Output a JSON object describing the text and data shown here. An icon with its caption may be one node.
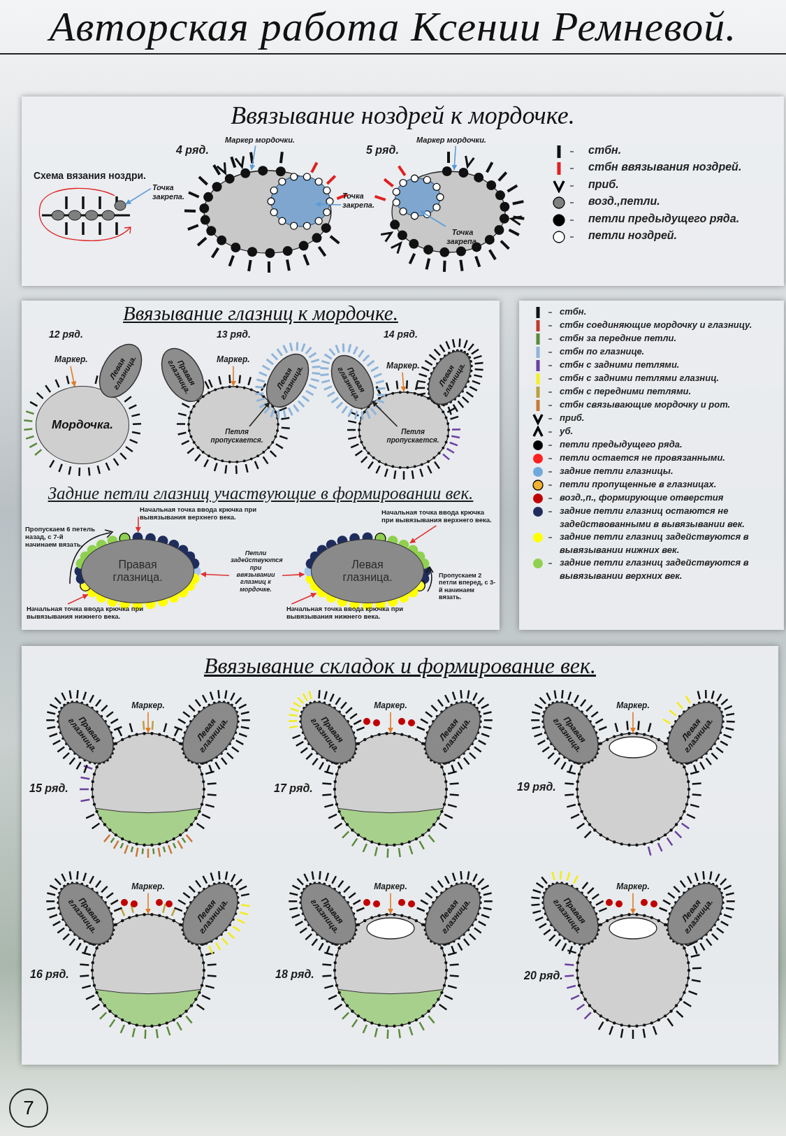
{
  "diagram": {
    "title": "Авторская работа Ксении Ремневой.",
    "nodes": [
      {
        "text": [
          "Ввязывание ноздрей к мордочке."
        ]
      },
      {
        "text": [
          "Маркер мордочки."
        ],
        "in": 0
      },
      {
        "text": [
          "Точка закрепа."
        ],
        "in": 0
      },
      {
        "text": [
          "Точка закрепа."
        ],
        "in": 0
      },
      {
        "text": [
          "Маркер мордочки."
        ],
        "in": 0
      },
      {
        "text": [
          "Точка закрепа."
        ],
        "in": 0
      },
      {
        "text": [
          "Ввязывание глазниц к мордочке."
        ]
      },
      {
        "text": [
          "Маркер."
        ],
        "in": 6
      },
      {
        "text": [
          "Мордочка."
        ],
        "in": 6
      },
      {
        "text": [
          "Левая глазница."
        ],
        "in": 6
      },
      {
        "text": [
          "Правая глазница."
        ],
        "in": 6
      },
      {
        "text": [
          "Маркер."
        ],
        "in": 6
      },
      {
        "text": [
          "Левая глазница."
        ],
        "in": 6
      },
      {
        "text": [
          "Петля пропускается."
        ],
        "in": 6
      },
      {
        "text": [
          "Правая глазница."
        ],
        "in": 6
      },
      {
        "text": [
          "Маркер."
        ],
        "in": 6
      },
      {
        "text": [
          "Левая глазница."
        ],
        "in": 6
      },
      {
        "text": [
          "Петля пропускается."
        ],
        "in": 6
      },
      {
        "text": [
          "Пропускаем 6 петель назад, с 7-й начинаем вязать."
        ],
        "in": 6
      },
      {
        "text": [
          "Начальная точка ввода крючка при вывязывания верхнего века."
        ],
        "in": 6
      },
      {
        "text": [
          "Правая глазница."
        ],
        "in": 6
      },
      {
        "text": [
          "Петли задействуются при ввязывании глазниц к мордочке."
        ],
        "in": 6
      },
      {
        "text": [
          "Начальная точка ввода крючка при вывязывания верхнего века."
        ],
        "in": 6
      },
      {
        "text": [
          "Левая глазница."
        ],
        "in": 6
      },
      {
        "text": [
          "Пропускаем 2 петли вперед, с 3-й начинаем вязать."
        ],
        "in": 6
      },
      {
        "text": [
          "Начальная точка ввода крючка при вывязывания нижнего века."
        ],
        "in": 6
      },
      {
        "text": [
          "Начальная точка ввода крючка при вывязывания нижнего века."
        ],
        "in": 6
      },
      {
        "text": [
          "Ввязывание складок и формирование век."
        ]
      },
      {
        "text": [
          "Правая глазница."
        ],
        "in": 27
      },
      {
        "text": [
          "Маркер."
        ],
        "in": 27
      },
      {
        "text": [
          "Левая глазница."
        ],
        "in": 27
      },
      {
        "text": [
          "Правая глазница."
        ],
        "in": 27
      },
      {
        "text": [
          "Маркер."
        ],
        "in": 27
      },
      {
        "text": [
          "Левая глазница."
        ],
        "in": 27
      },
      {
        "text": [
          "Правая глазница."
        ],
        "in": 27
      },
      {
        "text": [
          "Маркер."
        ],
        "in": 27
      },
      {
        "text": [
          "Левая глазница."
        ],
        "in": 27
      },
      {
        "text": [
          "Правая глазница."
        ],
        "in": 27
      },
      {
        "text": [
          "Маркер."
        ],
        "in": 27
      },
      {
        "text": [
          "Левая глазница."
        ],
        "in": 27
      },
      {
        "text": [
          "Правая глазница."
        ],
        "in": 27
      },
      {
        "text": [
          "Маркер."
        ],
        "in": 27
      },
      {
        "text": [
          "Левая глазница."
        ],
        "in": 27
      },
      {
        "text": [
          "Правая глазница."
        ],
        "in": 27
      },
      {
        "text": [
          "Маркер."
        ],
        "in": 27
      },
      {
        "text": [
          "Левая глазница."
        ],
        "in": 27
      },
      {
        "text": [
          "7"
        ]
      }
    ],
    "edges": [
      {
        "from": 1,
        "to": null,
        "arrow": "to",
        "color": "#5b9bd5"
      },
      {
        "from": 2,
        "to": null,
        "arrow": "to",
        "color": "#5b9bd5"
      },
      {
        "from": 3,
        "to": null,
        "arrow": "to",
        "color": "#5b9bd5"
      },
      {
        "from": 4,
        "to": null,
        "arrow": "to",
        "color": "#5b9bd5"
      },
      {
        "from": 5,
        "to": null,
        "arrow": "to",
        "color": "#5b9bd5"
      },
      {
        "from": 7,
        "to": 8,
        "arrow": "to"
      },
      {
        "from": 11,
        "to": null,
        "arrow": "to"
      },
      {
        "from": 13,
        "to": 12,
        "arrow": "to",
        "color": "#222222"
      },
      {
        "from": 15,
        "to": null,
        "arrow": "to"
      },
      {
        "from": 17,
        "to": 14,
        "arrow": "to",
        "color": "#222222"
      },
      {
        "from": 19,
        "to": 20,
        "arrow": "to",
        "color": "#e03030"
      },
      {
        "from": 21,
        "to": 20,
        "arrow": "to",
        "color": "#e03030"
      },
      {
        "from": 21,
        "to": 23,
        "arrow": "to",
        "color": "#e03030"
      },
      {
        "from": 22,
        "to": 23,
        "arrow": "to",
        "color": "#e03030"
      },
      {
        "from": 25,
        "to": 20,
        "arrow": "to",
        "color": "#e03030"
      },
      {
        "from": 26,
        "to": 23,
        "arrow": "to",
        "color": "#e03030"
      },
      {
        "from": 29,
        "to": null,
        "arrow": "to"
      },
      {
        "from": 32,
        "to": null,
        "arrow": "to"
      },
      {
        "from": 35,
        "to": null,
        "arrow": "to"
      },
      {
        "from": 38,
        "to": null,
        "arrow": "to"
      },
      {
        "from": 41,
        "to": null,
        "arrow": "to"
      },
      {
        "from": 44,
        "to": null,
        "arrow": "to"
      }
    ],
    "labels": [
      "4 ряд.",
      "5 ряд.",
      "Схема вязания ноздри.",
      "12 ряд.",
      "13 ряд.",
      "14 ряд.",
      "Задние петли глазниц участвующие в формировании век.",
      "15 ряд.",
      "17 ряд.",
      "19 ряд.",
      "16 ряд.",
      "18 ряд.",
      "20 ряд."
    ],
    "legend": [
      {
        "text": "стбн.",
        "color": "#111111"
      },
      {
        "text": "стбн ввязывания ноздрей.",
        "color": "#e02020"
      },
      {
        "text": "приб."
      },
      {
        "text": "возд.,петли.",
        "color": "#7f7f7f"
      },
      {
        "text": "петли предыдущего ряда.",
        "color": "#000000"
      },
      {
        "text": "петли ноздрей.",
        "color": "#ffffff"
      },
      {
        "text": "стбн.",
        "color": "#111111"
      },
      {
        "text": "стбн соединяющие мордочку и глазницу.",
        "color": "#c0392b"
      },
      {
        "text": "стбн за передние петли.",
        "color": "#5a8a3a"
      },
      {
        "text": "стбн по глазнице.",
        "color": "#8fb4d8"
      },
      {
        "text": "стбн с задними петлями.",
        "color": "#6a3fa0"
      },
      {
        "text": "стбн с задними петлями глазниц.",
        "color": "#f5f020"
      },
      {
        "text": "стбн с передними петлями.",
        "color": "#b8a040"
      },
      {
        "text": "стбн связывающие мордочку и рот.",
        "color": "#c87838"
      },
      {
        "text": "приб."
      },
      {
        "text": "уб."
      },
      {
        "text": "петли предыдущего ряда.",
        "color": "#000000"
      },
      {
        "text": "петли остается не провязанными.",
        "color": "#ff2020"
      },
      {
        "text": "задние петли глазницы.",
        "color": "#6fa8dc"
      },
      {
        "text": "петли пропущенные в глазницах.",
        "color": "#f0b030"
      },
      {
        "text": "возд.,п., формирующие отверстия",
        "color": "#c00000"
      },
      {
        "text": "задние петли глазниц остаются не задействованными в вывязывании век.",
        "color": "#1f2d5c"
      },
      {
        "text": "задние петли глазниц задействуются в вывязывании нижних век.",
        "color": "#ffff00"
      },
      {
        "text": "задние петли глазниц задействуются в вывязывании верхних век.",
        "color": "#90d050"
      }
    ]
  }
}
